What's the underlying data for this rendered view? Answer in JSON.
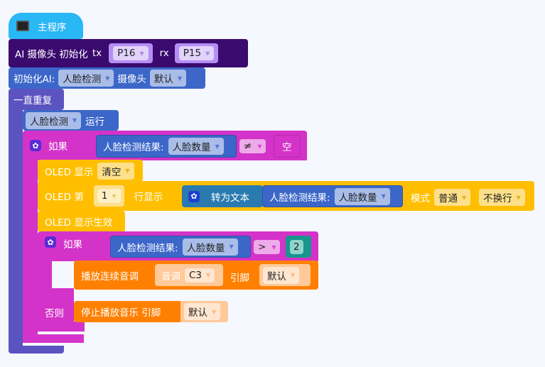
{
  "main": {
    "label": "主程序",
    "icon": "board-icon"
  },
  "ai_init": {
    "label": "AI 摄像头 初始化",
    "tx_label": "tx",
    "tx_value": "P16",
    "rx_label": "rx",
    "rx_value": "P15"
  },
  "ai_mode": {
    "label": "初始化AI:",
    "mode": "人脸检测",
    "camera_label": "摄像头",
    "camera": "默认"
  },
  "forever": {
    "label": "一直重复"
  },
  "run": {
    "mode": "人脸检测",
    "label": "运行"
  },
  "if1": {
    "label": "如果",
    "result_label": "人脸检测结果:",
    "result_field": "人脸数量",
    "op": "≠",
    "value": "空"
  },
  "oled_clear": {
    "label": "OLED 显示",
    "value": "清空"
  },
  "oled_line": {
    "label": "OLED 第",
    "line": "1",
    "label2": "行显示",
    "to_text": "转为文本",
    "result_label": "人脸检测结果:",
    "result_field": "人脸数量",
    "mode_label": "模式",
    "mode": "普通",
    "wrap": "不换行"
  },
  "oled_show": {
    "label": "OLED 显示生效"
  },
  "if2": {
    "label": "如果",
    "result_label": "人脸检测结果:",
    "result_field": "人脸数量",
    "op": ">",
    "value": "2",
    "else_label": "否则"
  },
  "play": {
    "label": "播放连续音调",
    "tone_label": "音调",
    "tone": "C3",
    "pin_label": "引脚",
    "pin": "默认"
  },
  "stop": {
    "label": "停止播放音乐 引脚",
    "pin": "默认"
  },
  "colors": {
    "hat": "#2ab7f6",
    "ai": "#3a0a6e",
    "blue": "#3c67c9",
    "loop": "#5b54c0",
    "logic": "#d433c9",
    "oled": "#ffbf00",
    "music": "#ff8000"
  }
}
